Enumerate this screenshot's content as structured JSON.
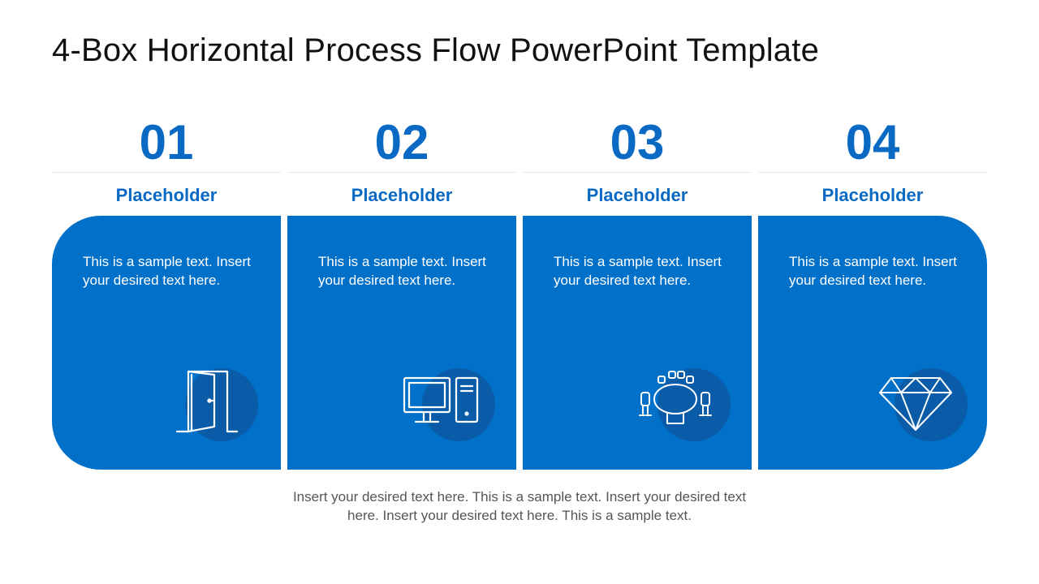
{
  "title": "4-Box Horizontal Process Flow PowerPoint Template",
  "steps": [
    {
      "number": "01",
      "label": "Placeholder",
      "text": "This is a sample text. Insert your desired text here.",
      "icon": "door-icon"
    },
    {
      "number": "02",
      "label": "Placeholder",
      "text": "This is a sample text. Insert your desired text here.",
      "icon": "computer-icon"
    },
    {
      "number": "03",
      "label": "Placeholder",
      "text": "This is a sample text. Insert your desired text here.",
      "icon": "meeting-table-icon"
    },
    {
      "number": "04",
      "label": "Placeholder",
      "text": "This is a sample text. Insert your desired text here.",
      "icon": "diamond-icon"
    }
  ],
  "footer": "Insert your desired text here. This is a sample text. Insert your desired text here. Insert your desired text here. This is a sample text.",
  "colors": {
    "accent": "#0070c8",
    "heading": "#0a6ac3",
    "icon_circle": "#0a5ba8"
  }
}
